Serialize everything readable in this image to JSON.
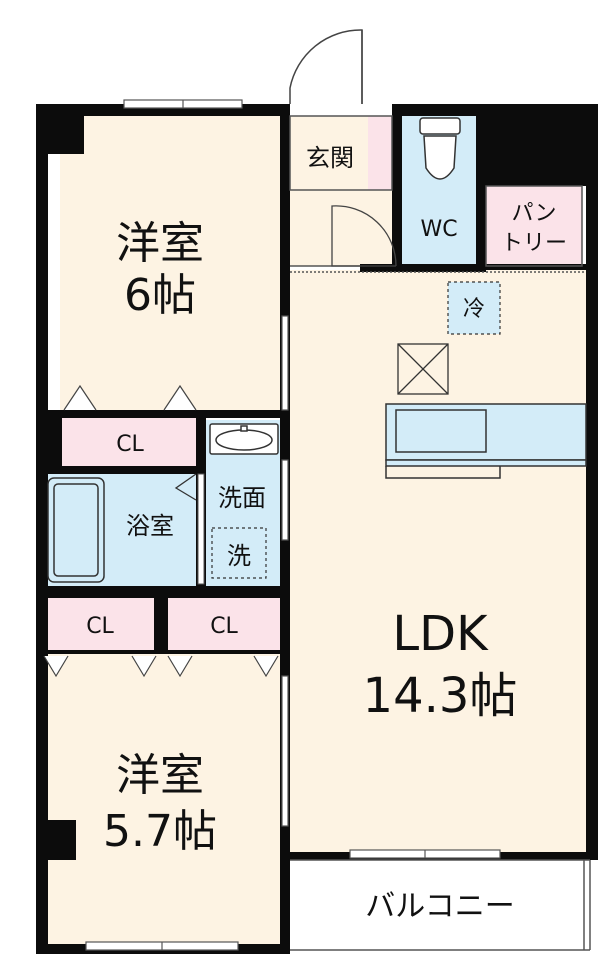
{
  "rooms": {
    "western_room_1": {
      "name": "洋室",
      "size": "6帖"
    },
    "western_room_2": {
      "name": "洋室",
      "size": "5.7帖"
    },
    "ldk": {
      "name": "LDK",
      "size": "14.3帖"
    },
    "entrance": "玄関",
    "wc": "WC",
    "pantry_line1": "パン",
    "pantry_line2": "トリー",
    "bathroom": "浴室",
    "washroom": "洗面",
    "washer": "洗",
    "fridge": "冷",
    "closet_1": "CL",
    "closet_2": "CL",
    "closet_3": "CL",
    "balcony": "バルコニー"
  },
  "colors": {
    "room_fill": "#fdf3e3",
    "wet_area_fill": "#d3ecf8",
    "closet_fill": "#fbe3e9",
    "wall": "#0c0c0c",
    "outline": "#555555"
  }
}
